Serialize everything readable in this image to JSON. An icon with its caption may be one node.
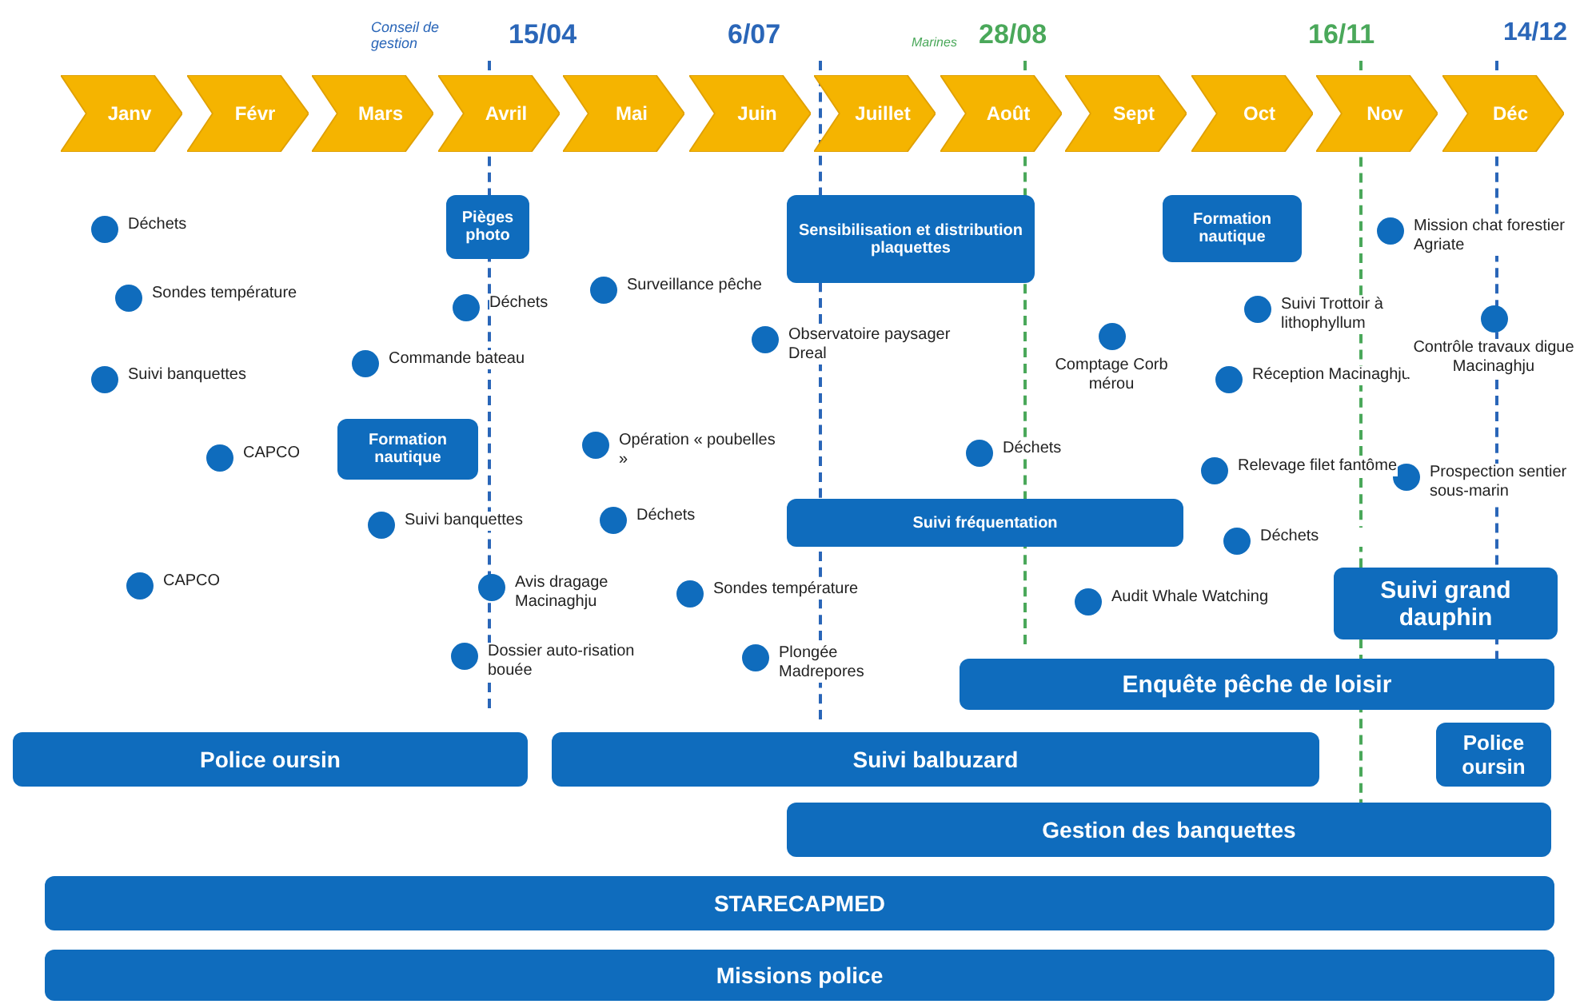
{
  "diagram": {
    "nodes": [
      {
        "text": [
          "Janv"
        ]
      },
      {
        "text": [
          "Févr"
        ]
      },
      {
        "text": [
          "Mars"
        ]
      },
      {
        "text": [
          "Avril"
        ]
      },
      {
        "text": [
          "Mai"
        ]
      },
      {
        "text": [
          "Juin"
        ]
      },
      {
        "text": [
          "Juillet"
        ]
      },
      {
        "text": [
          "Août"
        ]
      },
      {
        "text": [
          "Sept"
        ]
      },
      {
        "text": [
          "Oct"
        ]
      },
      {
        "text": [
          "Nov"
        ]
      },
      {
        "text": [
          "Déc"
        ]
      },
      {
        "text": [
          "Déchets"
        ]
      },
      {
        "text": [
          "Sondes température"
        ]
      },
      {
        "text": [
          "Suivi banquettes"
        ]
      },
      {
        "text": [
          "CAPCO"
        ]
      },
      {
        "text": [
          "CAPCO"
        ]
      },
      {
        "text": [
          "Pièges photo"
        ]
      },
      {
        "text": [
          "Déchets"
        ]
      },
      {
        "text": [
          "Commande bateau"
        ]
      },
      {
        "text": [
          "Formation nautique"
        ]
      },
      {
        "text": [
          "Suivi banquettes"
        ]
      },
      {
        "text": [
          "Surveillance pêche"
        ]
      },
      {
        "text": [
          "Opération « poubelles »"
        ]
      },
      {
        "text": [
          "Déchets"
        ]
      },
      {
        "text": [
          "Avis dragage Macinaghju"
        ]
      },
      {
        "text": [
          "Dossier auto-risation bouée"
        ]
      },
      {
        "text": [
          "Sondes température"
        ]
      },
      {
        "text": [
          "Plongée Madrepores"
        ]
      },
      {
        "text": [
          "Observatoire paysager Dreal"
        ]
      },
      {
        "text": [
          "Sensibilisation et distribution plaquettes"
        ]
      },
      {
        "text": [
          "Suivi fréquentation"
        ]
      },
      {
        "text": [
          "Déchets"
        ]
      },
      {
        "text": [
          "Comptage Corb mérou"
        ]
      },
      {
        "text": [
          "Audit Whale Watching"
        ]
      },
      {
        "text": [
          "Formation nautique"
        ]
      },
      {
        "text": [
          "Suivi Trottoir à lithophyllum"
        ]
      },
      {
        "text": [
          "Réception Macinaghju"
        ]
      },
      {
        "text": [
          "Relevage filet fantôme"
        ]
      },
      {
        "text": [
          "Déchets"
        ]
      },
      {
        "text": [
          "Mission chat forestier Agriate"
        ]
      },
      {
        "text": [
          "Contrôle travaux digue Macinaghju"
        ]
      },
      {
        "text": [
          "Prospection sentier sous-marin"
        ]
      },
      {
        "text": [
          "Suivi grand dauphin"
        ]
      },
      {
        "text": [
          "Enquête pêche de loisir"
        ]
      },
      {
        "text": [
          "Police oursin"
        ]
      },
      {
        "text": [
          "Suivi balbuzard"
        ]
      },
      {
        "text": [
          "Police oursin"
        ]
      },
      {
        "text": [
          "Gestion des banquettes"
        ]
      },
      {
        "text": [
          "STARECAPMED"
        ]
      },
      {
        "text": [
          "Missions police"
        ]
      }
    ],
    "labels": [
      "Conseil de gestion",
      "15/04",
      "6/07",
      "Marines",
      "28/08",
      "16/11",
      "14/12"
    ]
  }
}
